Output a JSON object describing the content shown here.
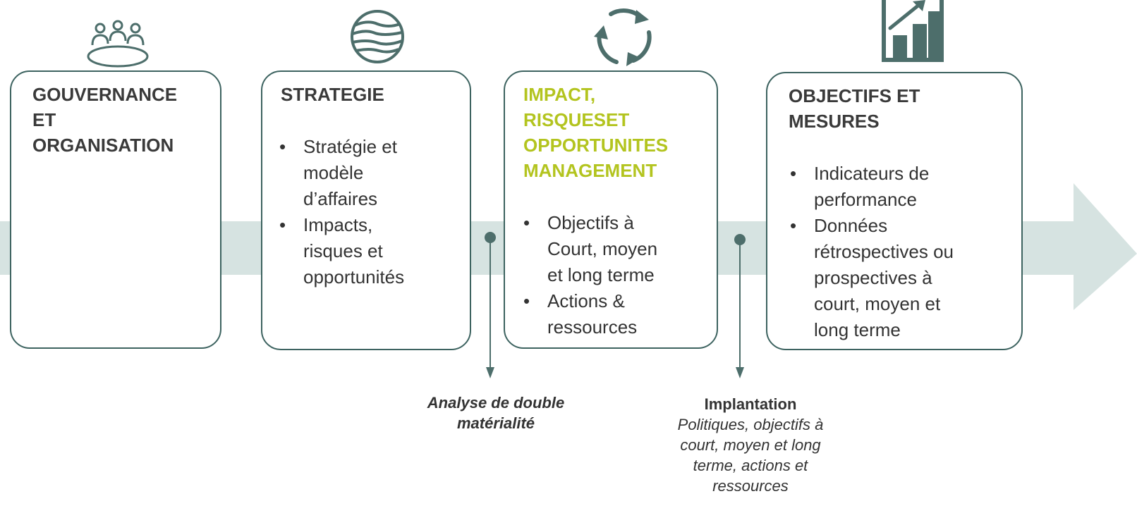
{
  "colors": {
    "box_border": "#3d6360",
    "icon": "#4d6e6b",
    "band": "#d6e3e1",
    "highlight_title": "#b3c41f",
    "text": "#333333"
  },
  "boxes": [
    {
      "icon": "people-around-table-icon",
      "title": [
        "GOUVERNANCE",
        "ET",
        "ORGANISATION"
      ],
      "bullets": []
    },
    {
      "icon": "globe-icon",
      "title": [
        "STRATEGIE"
      ],
      "bullets": [
        [
          "Stratégie et",
          "modèle",
          "d’affaires"
        ],
        [
          "Impacts,",
          "risques et",
          "opportunités"
        ]
      ]
    },
    {
      "icon": "cycle-arrows-icon",
      "title": [
        "IMPACT,",
        "RISQUESET",
        "OPPORTUNITES",
        "MANAGEMENT"
      ],
      "bullets": [
        [
          "Objectifs à",
          "Court, moyen",
          "et long terme"
        ],
        [
          "Actions &",
          "ressources"
        ]
      ]
    },
    {
      "icon": "bar-chart-growth-icon",
      "title": [
        "OBJECTIFS ET",
        "MESURES"
      ],
      "bullets": [
        [
          "Indicateurs de",
          "performance"
        ],
        [
          "Données",
          "rétrospectives ou",
          "prospectives à",
          "court, moyen et",
          "long terme"
        ]
      ]
    }
  ],
  "annotations": [
    {
      "label": [
        "Analyse de double",
        "matérialité"
      ]
    },
    {
      "heading": "Implantation",
      "text": [
        "Politiques, objectifs à",
        "court, moyen et long",
        "terme, actions et",
        "ressources"
      ]
    }
  ]
}
